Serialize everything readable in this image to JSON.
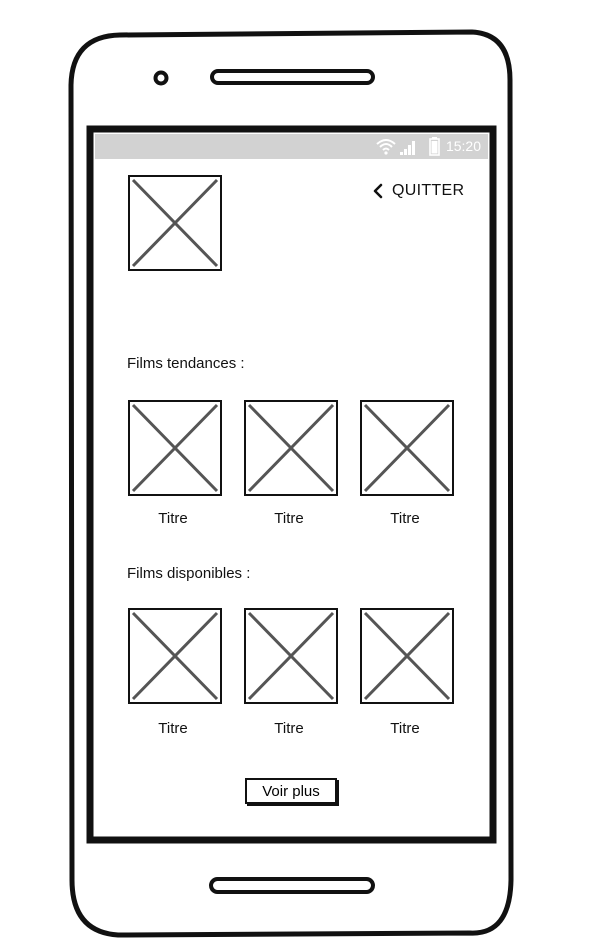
{
  "status_bar": {
    "time": "15:20",
    "icons": [
      "wifi-icon",
      "signal-icon",
      "battery-icon"
    ]
  },
  "header": {
    "logo_icon": "image-placeholder-icon",
    "quit_icon": "chevron-left-icon",
    "quit_label": "QUITTER"
  },
  "trending": {
    "title": "Films tendances :",
    "items": [
      {
        "title": "Titre"
      },
      {
        "title": "Titre"
      },
      {
        "title": "Titre"
      }
    ]
  },
  "available": {
    "title": "Films disponibles :",
    "items": [
      {
        "title": "Titre"
      },
      {
        "title": "Titre"
      },
      {
        "title": "Titre"
      }
    ]
  },
  "actions": {
    "more_label": "Voir plus"
  },
  "colors": {
    "status_bar": "#d2d2d2",
    "outline": "#111111",
    "placeholder_cross": "#555555"
  }
}
